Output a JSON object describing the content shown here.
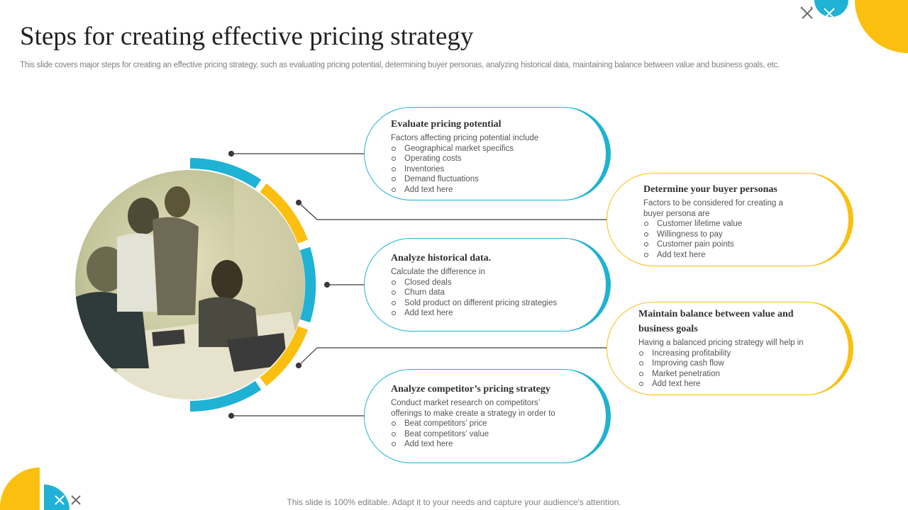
{
  "title": "Steps for creating effective pricing strategy",
  "subtitle": "This slide covers major steps for creating an effective pricing strategy, such as evaluating pricing potential, determining buyer personas, analyzing  historical data, maintaining balance between value and business goals, etc.",
  "footer": "This slide is 100% editable. Adapt it to your needs and capture your audience's attention.",
  "colors": {
    "blue": "#1fb2d4",
    "yellow": "#fbbf0f",
    "connector": "#3a3a3a"
  },
  "image": {
    "description_icon": "team-meeting-photo"
  },
  "steps": [
    {
      "title": "Evaluate pricing  potential",
      "intro": "Factors affecting pricing potential include",
      "bullets": [
        "Geographical market specifics",
        "Operating costs",
        "Inventories",
        "Demand fluctuations",
        "Add text here"
      ]
    },
    {
      "title": "Determine your buyer personas",
      "intro": "Factors to  be considered for creating a buyer persona are",
      "bullets": [
        "Customer lifetime value",
        "Willingness to pay",
        "Customer pain points",
        "Add text here"
      ]
    },
    {
      "title": "Analyze historical data.",
      "intro": "Calculate the difference in",
      "bullets": [
        "Closed deals",
        "Churn data",
        "Sold product on different pricing strategies",
        "Add text here"
      ]
    },
    {
      "title": "Maintain balance between value and business goals",
      "intro": "Having a balanced pricing strategy will help in",
      "bullets": [
        "Increasing profitability",
        "Improving cash flow",
        "Market penetration",
        "Add text here"
      ]
    },
    {
      "title": "Analyze competitor’s pricing  strategy",
      "intro": "Conduct market research on competitors’ offerings to make create a strategy in order to",
      "bullets": [
        "Beat competitors’ price",
        "Beat competitors’ value",
        "Add text here"
      ]
    }
  ]
}
